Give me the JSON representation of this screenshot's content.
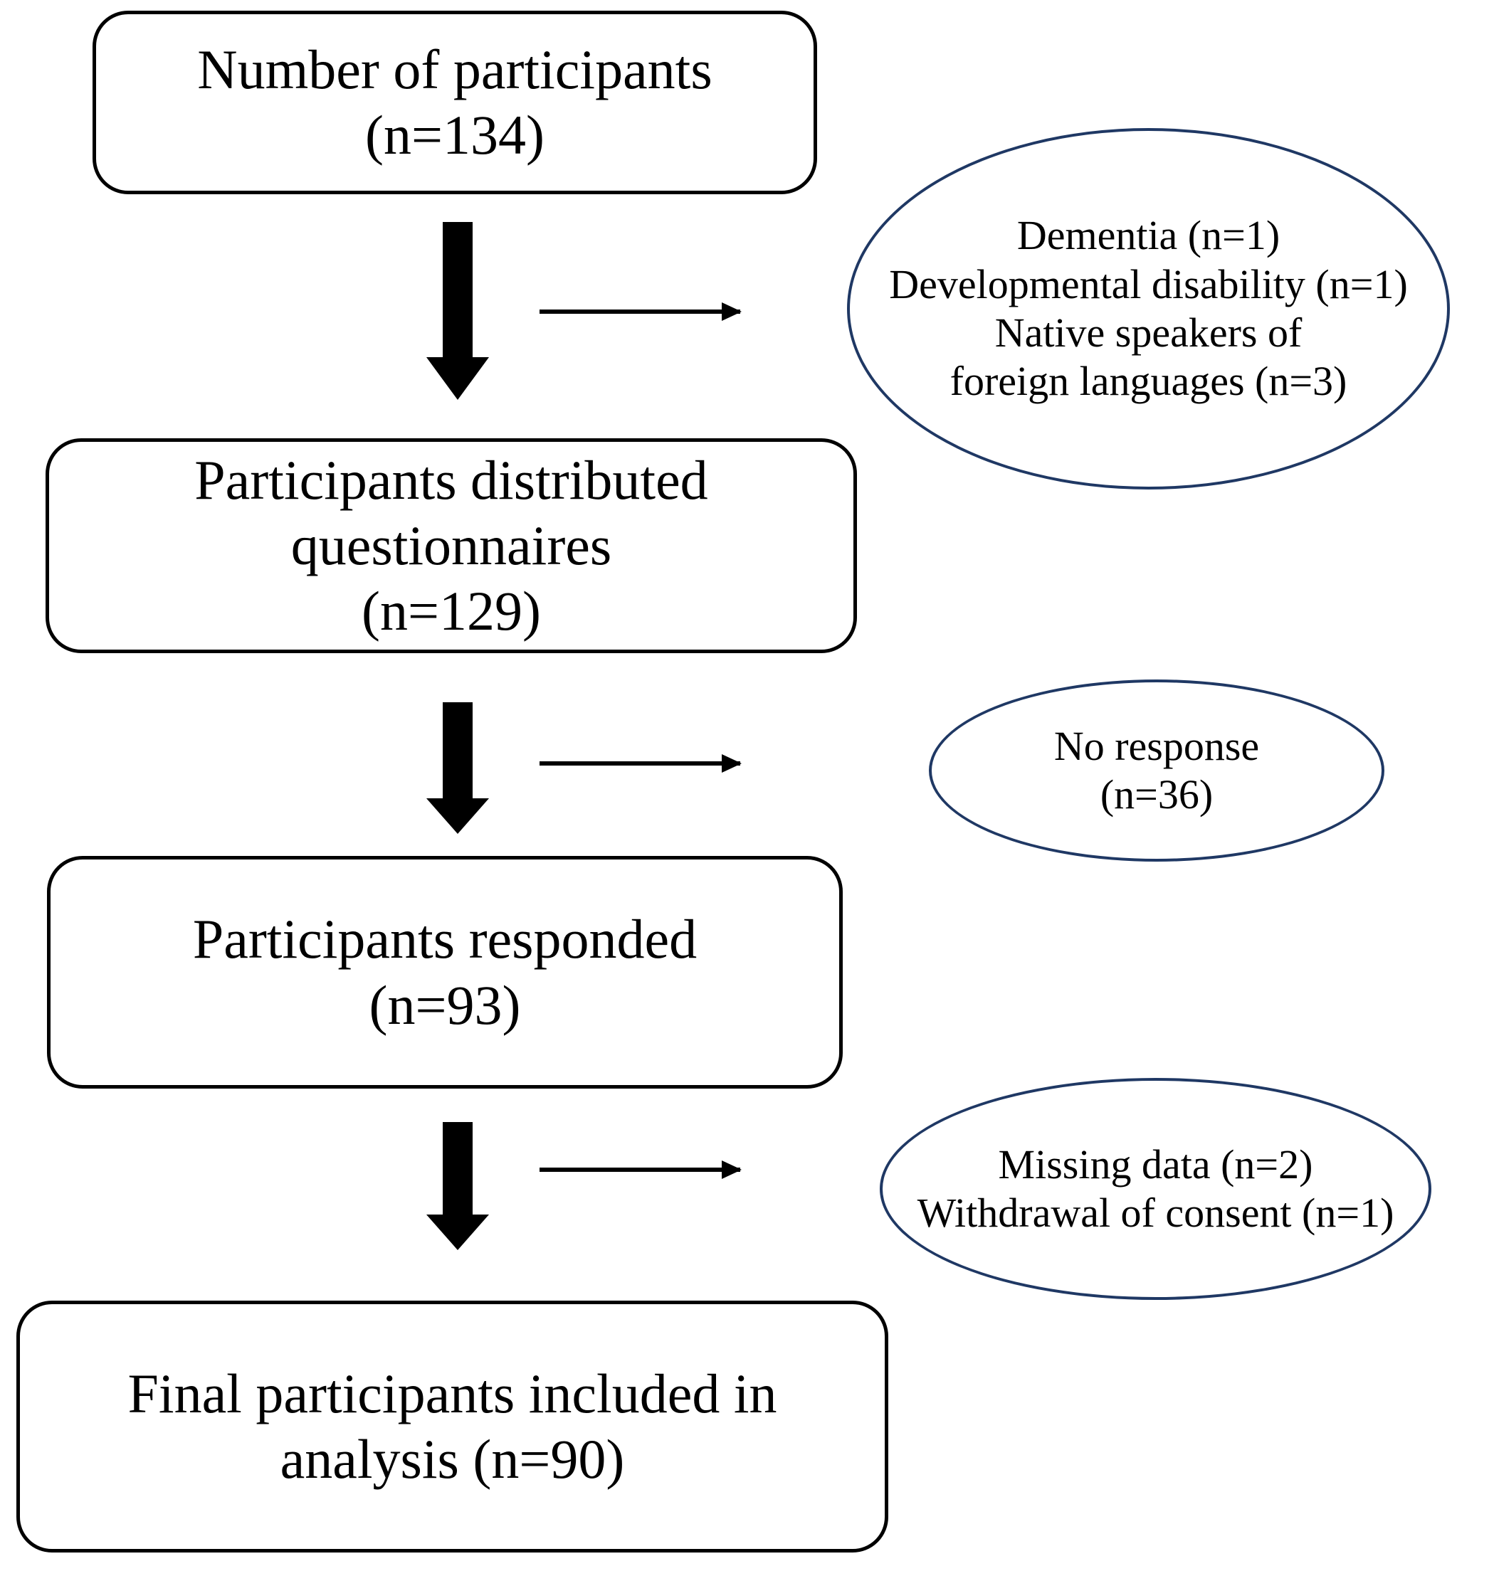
{
  "diagram": {
    "boxes": [
      {
        "lines": [
          "Number of participants",
          "(n=134)"
        ]
      },
      {
        "lines": [
          "Participants distributed",
          "questionnaires",
          "(n=129)"
        ]
      },
      {
        "lines": [
          "Participants responded",
          "(n=93)"
        ]
      },
      {
        "lines": [
          "Final participants included in",
          "analysis (n=90)"
        ]
      }
    ],
    "exclusions": [
      {
        "lines": [
          "Dementia (n=1)",
          "Developmental disability (n=1)",
          "Native speakers of",
          "foreign languages (n=3)"
        ]
      },
      {
        "lines": [
          "No response",
          "(n=36)"
        ]
      },
      {
        "lines": [
          "Missing data (n=2)",
          "Withdrawal of consent (n=1)"
        ]
      }
    ],
    "colors": {
      "box_border": "#000000",
      "ellipse_border": "#1f3864",
      "arrow": "#000000",
      "text": "#000000",
      "background": "#ffffff"
    }
  }
}
